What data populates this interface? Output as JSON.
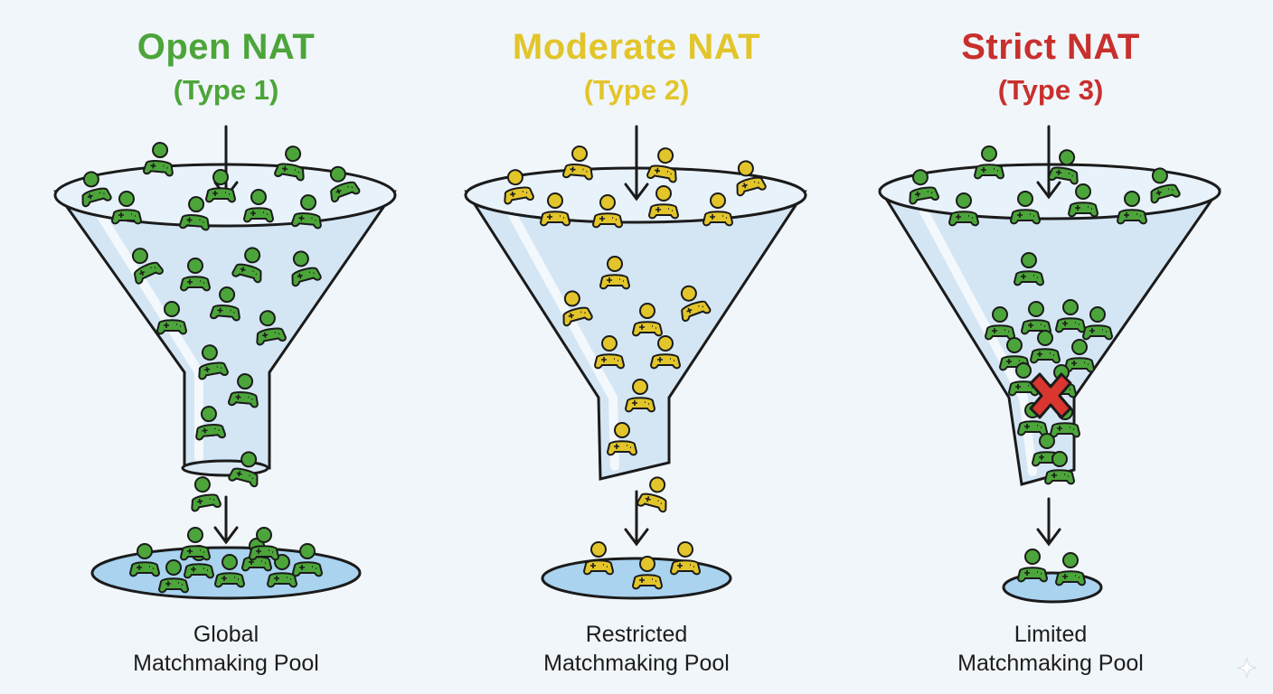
{
  "colors": {
    "open": "#4ca53a",
    "moderate": "#e2c52a",
    "strict": "#c8302d",
    "glass": "#cfe3f2",
    "water": "#a9d3ef",
    "outline": "#1b1b1b",
    "block": "#d9362f"
  },
  "panels": [
    {
      "key": "open",
      "title": "Open NAT",
      "subtitle": "(Type 1)",
      "pool_label_line1": "Global",
      "pool_label_line2": "Matchmaking Pool"
    },
    {
      "key": "moderate",
      "title": "Moderate NAT",
      "subtitle": "(Type 2)",
      "pool_label_line1": "Restricted",
      "pool_label_line2": "Matchmaking Pool"
    },
    {
      "key": "strict",
      "title": "Strict NAT",
      "subtitle": "(Type 3)",
      "pool_label_line1": "Limited",
      "pool_label_line2": "Matchmaking Pool"
    }
  ],
  "icons": {
    "player": "gamer-with-controller-icon",
    "blocked": "red-x-block-icon",
    "flow": "down-arrow-icon",
    "corner": "sparkle-icon"
  }
}
